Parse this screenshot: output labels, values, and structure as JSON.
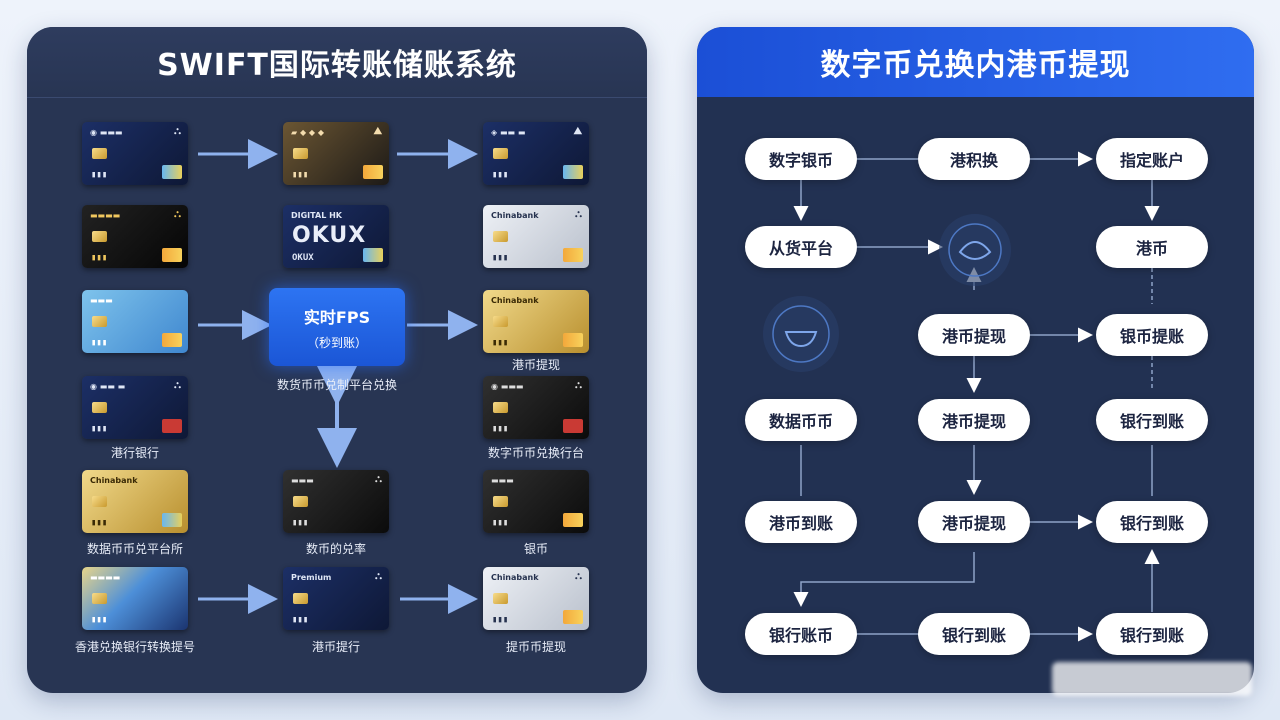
{
  "left_panel": {
    "title": "SWIFT国际转账储账系统",
    "fps_box": {
      "line1": "实时FPS",
      "line2": "（秒到账）"
    },
    "fps_caption": "数货币币兑制平台兑换",
    "captions": {
      "r3c3": "港币提现",
      "r4c1": "港行银行",
      "r4c3": "数字币币兑换行台",
      "r5c1": "数据币币兑平台所",
      "r5c2": "数币的兑率",
      "r5c3": "银币",
      "r6c1": "香港兑换银行转换提号",
      "r6c2": "港币提行",
      "r6c3": "提币币提现"
    },
    "cards": {
      "r2c2_big": "OKUX",
      "r2c2_brand": "DIGITAL HK",
      "r2c2_num": "OKUX",
      "r2c3_brand": "Chinabank",
      "r3c3_brand": "Chinabank",
      "r5c1_brand": "Chinabank",
      "r6c3_brand": "Chinabank",
      "r6c2_brand": "Premium"
    }
  },
  "right_panel": {
    "title": "数字币兑换内港币提现",
    "nodes": {
      "n1": "数字银币",
      "n2": "港积换",
      "n3": "指定账户",
      "n4": "从货平台",
      "n5": "港币",
      "n6": "港币提现",
      "n7": "银币提账",
      "n8": "数据币币",
      "n9": "港币提现",
      "n10": "银行到账",
      "n11": "港币到账",
      "n12": "港币提现",
      "n13": "银行到账",
      "n14": "银行账币",
      "n15": "银行到账",
      "n16": "银行到账"
    }
  },
  "colors": {
    "left_panel_bg": "#283553",
    "right_panel_bg": "#223152",
    "right_header": "#2f6df0",
    "fps_blue": "#1b56d6",
    "arrow_blue": "#7fa6e6"
  }
}
